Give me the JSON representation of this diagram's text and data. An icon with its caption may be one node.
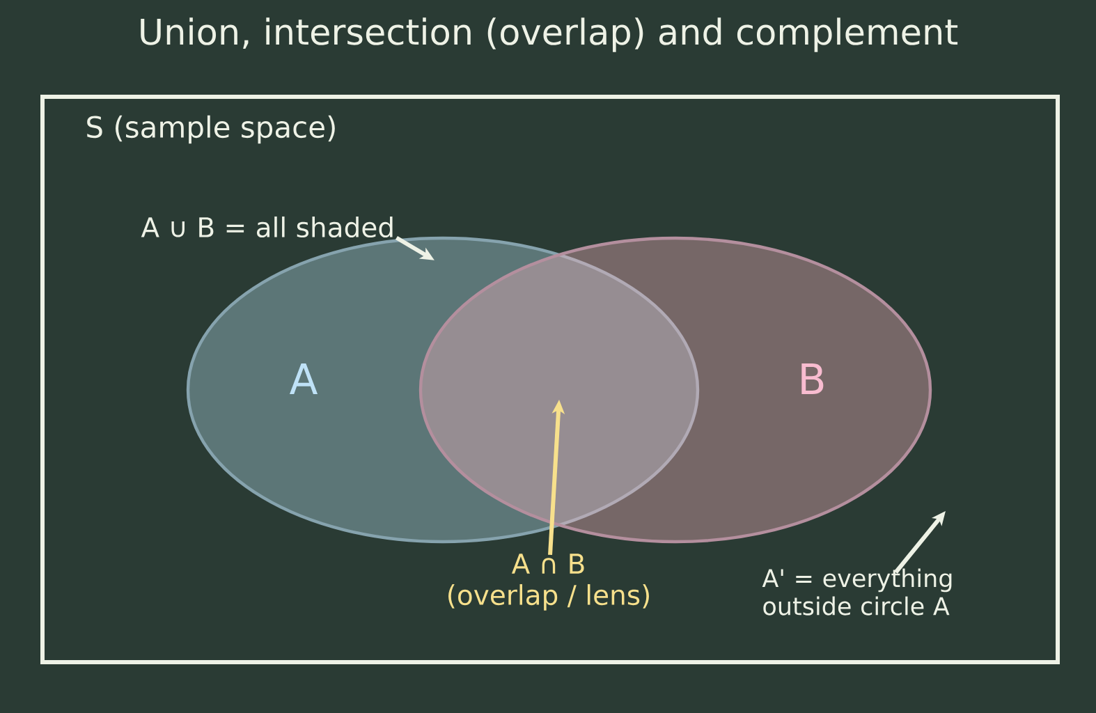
{
  "diagram": {
    "title": "Union, intersection (overlap) and complement",
    "nodes": [
      {
        "text": [
          "S (sample space)"
        ]
      },
      {
        "text": [
          "A"
        ],
        "in": 0
      },
      {
        "text": [
          "B"
        ],
        "in": 0
      },
      {
        "text": [
          "A ∪ B = all shaded"
        ],
        "in": 0
      },
      {
        "text": [
          "A ∩ B",
          "(overlap / lens)"
        ],
        "in": 0
      },
      {
        "text": [
          "A' = everything outside circle A"
        ],
        "in": 0
      }
    ],
    "edges": [
      {
        "from": 3,
        "to": 1,
        "arrow": "to"
      },
      {
        "from": 4,
        "to": 1,
        "arrow": "to",
        "color": "#f7e08c"
      },
      {
        "from": 4,
        "to": 2,
        "arrow": "to",
        "color": "#f7e08c"
      },
      {
        "from": 5,
        "to": null,
        "arrow": "to"
      }
    ]
  }
}
